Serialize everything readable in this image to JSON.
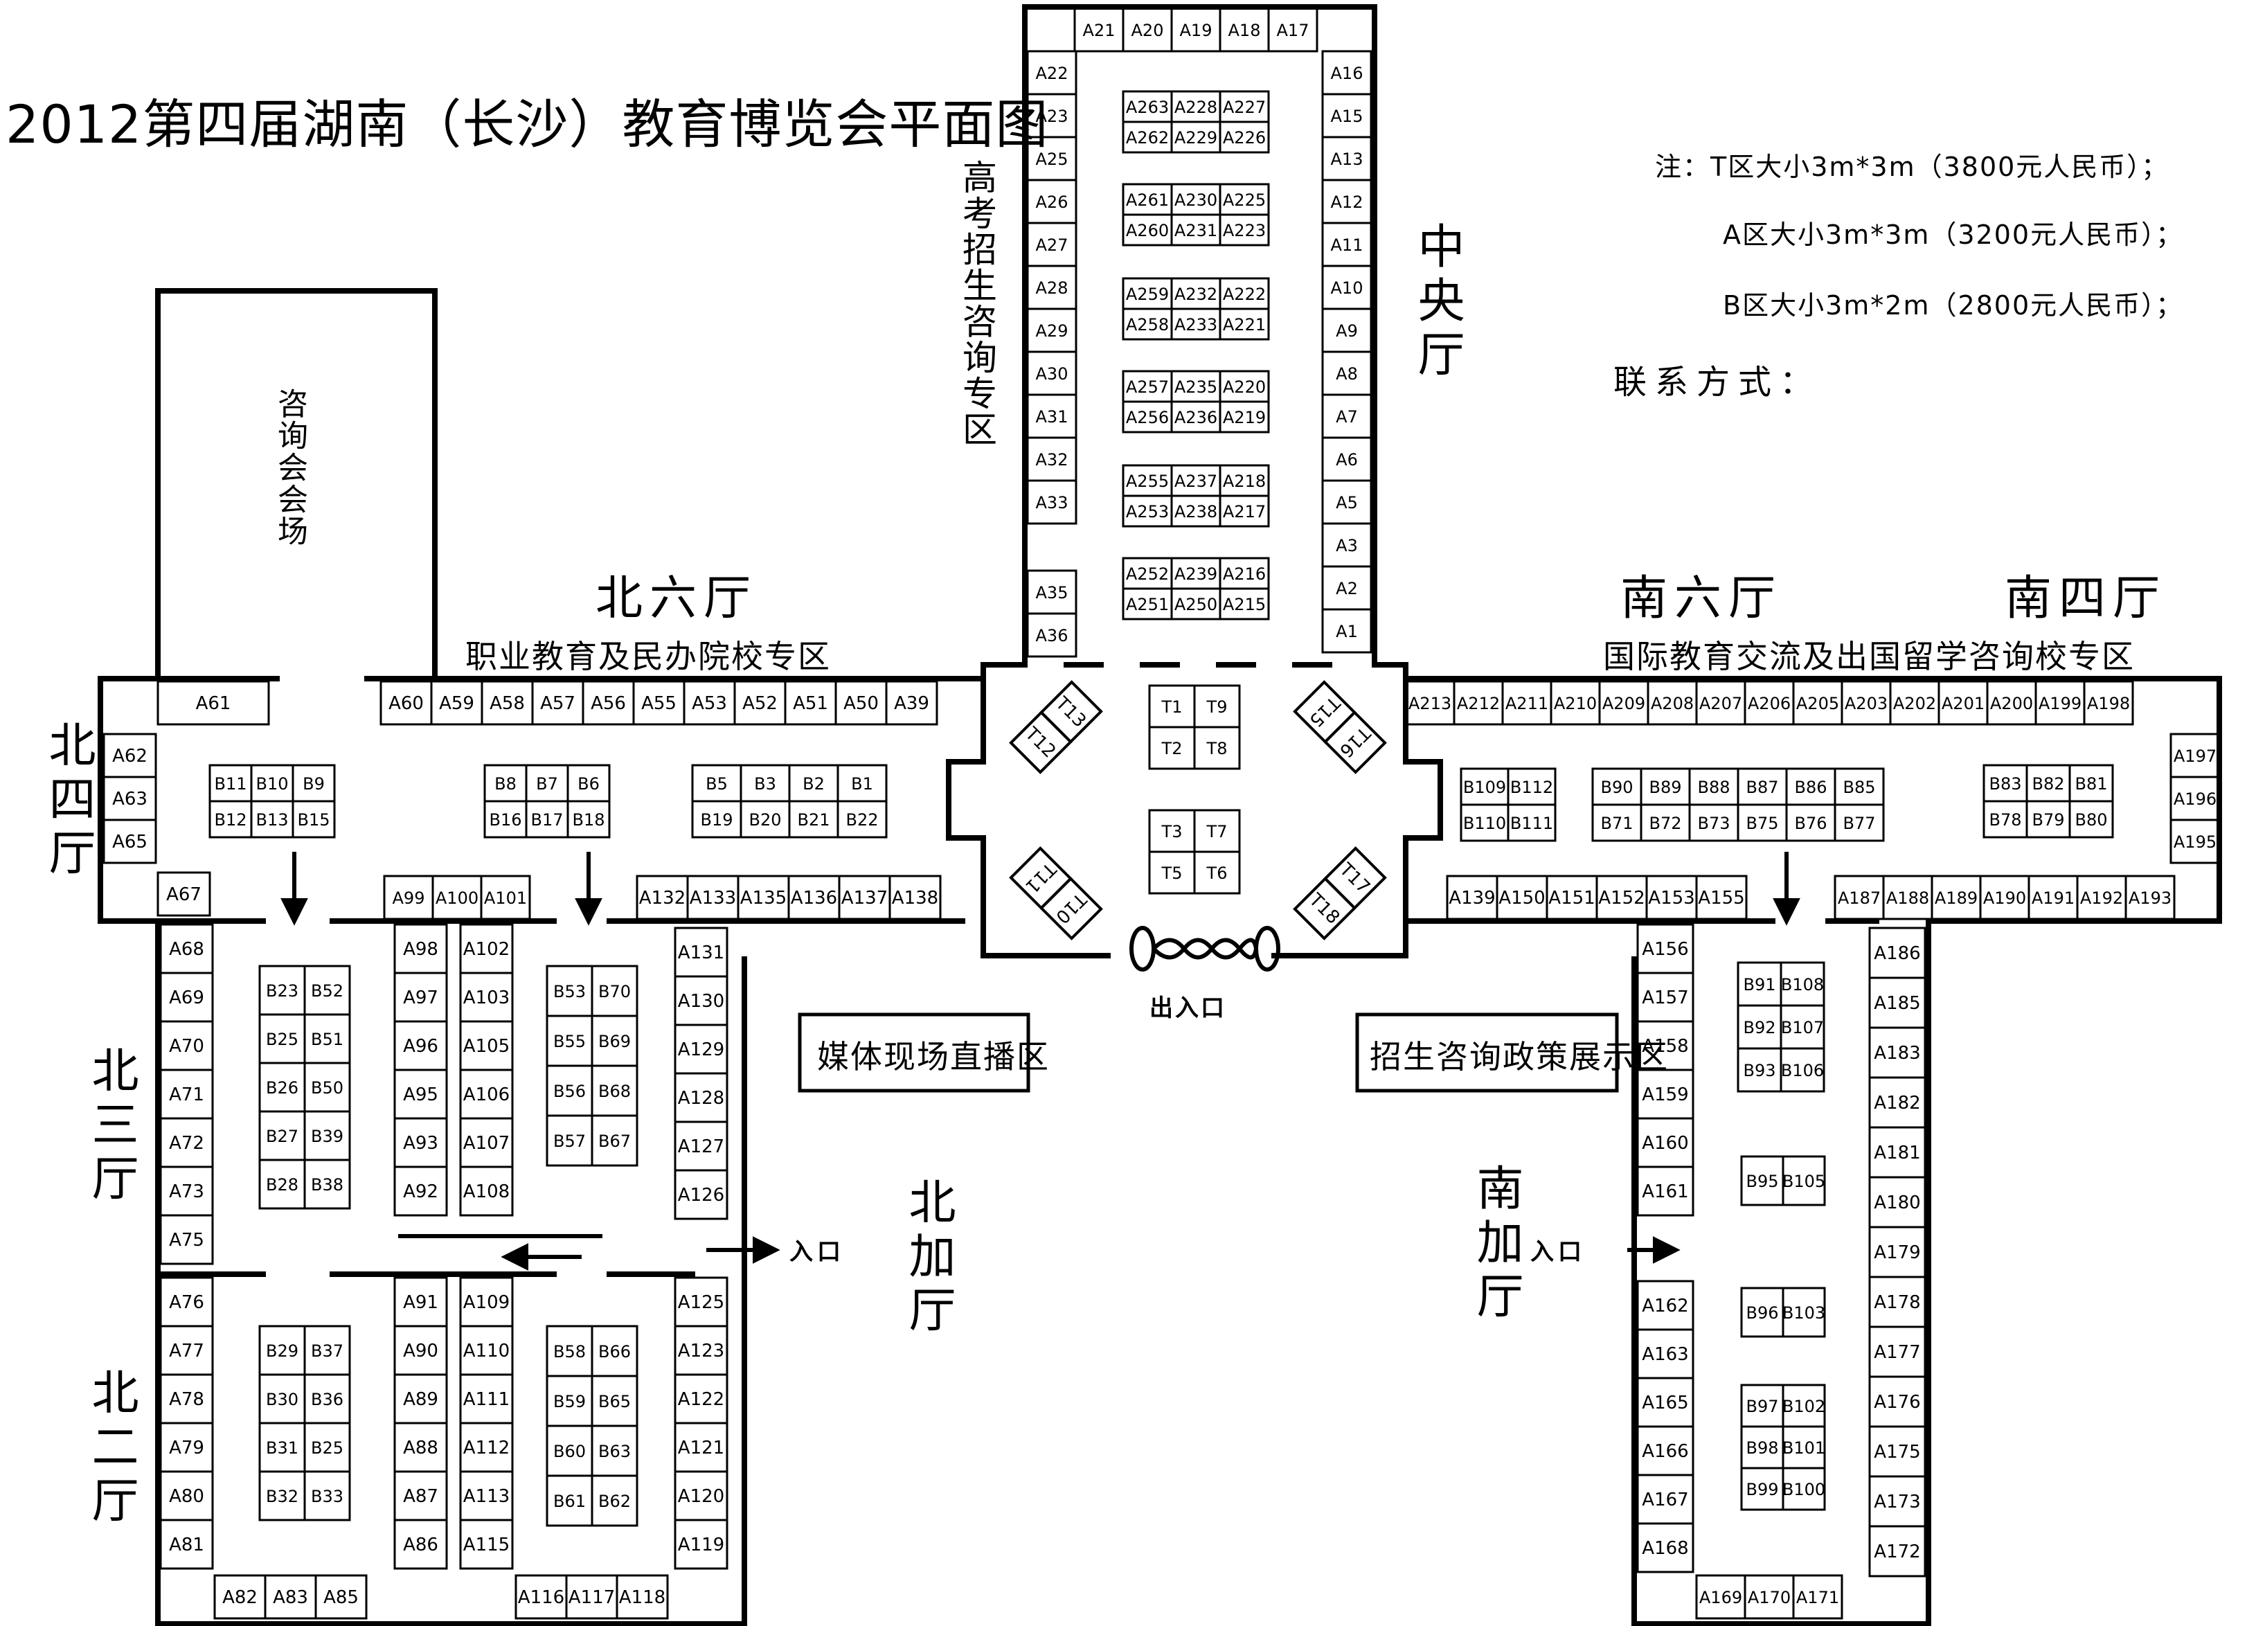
{
  "title": "2012第四届湖南（长沙）教育博览会平面图",
  "notes": {
    "t": "注：T区大小3m*3m（3800元人民币）；",
    "a": "A区大小3m*3m（3200元人民币）；",
    "b": "B区大小3m*2m（2800元人民币）；",
    "contact": "联系方式："
  },
  "halls": {
    "north6": "北六厅",
    "south6": "南六厅",
    "south4": "南四厅",
    "central": "中央厅",
    "north4": "北四厅",
    "north3": "北三厅",
    "north2": "北二厅",
    "north_add": "北加厅",
    "south_add": "南加厅"
  },
  "zones": {
    "consult_hall": "咨询会会场",
    "gaokao": "高考招生咨询专区",
    "vocational": "职业教育及民办院校专区",
    "international": "国际教育交流及出国留学咨询校专区",
    "media": "媒体现场直播区",
    "policy": "招生咨询政策展示区"
  },
  "entrances": {
    "main_exit": "出入口",
    "left_entrance": "入口",
    "right_entrance": "入口"
  },
  "booths": [
    "A1",
    "A2",
    "A3",
    "A5",
    "A6",
    "A7",
    "A8",
    "A9",
    "A10",
    "A11",
    "A12",
    "A13",
    "A15",
    "A16",
    "A17",
    "A18",
    "A19",
    "A20",
    "A21",
    "A22",
    "A23",
    "A25",
    "A26",
    "A27",
    "A28",
    "A29",
    "A30",
    "A31",
    "A32",
    "A33",
    "A35",
    "A36",
    "A39",
    "A50",
    "A51",
    "A52",
    "A53",
    "A55",
    "A56",
    "A57",
    "A58",
    "A59",
    "A60",
    "A61",
    "A62",
    "A63",
    "A65",
    "A67",
    "A68",
    "A69",
    "A70",
    "A71",
    "A72",
    "A73",
    "A75",
    "A76",
    "A77",
    "A78",
    "A79",
    "A80",
    "A81",
    "A82",
    "A83",
    "A85",
    "A86",
    "A87",
    "A88",
    "A89",
    "A90",
    "A91",
    "A92",
    "A93",
    "A95",
    "A96",
    "A97",
    "A98",
    "A99",
    "A100",
    "A101",
    "A102",
    "A103",
    "A105",
    "A106",
    "A107",
    "A108",
    "A109",
    "A110",
    "A111",
    "A112",
    "A113",
    "A115",
    "A116",
    "A117",
    "A118",
    "A119",
    "A120",
    "A121",
    "A122",
    "A123",
    "A125",
    "A126",
    "A127",
    "A128",
    "A129",
    "A130",
    "A131",
    "A132",
    "A133",
    "A135",
    "A136",
    "A137",
    "A138",
    "A139",
    "A150",
    "A151",
    "A152",
    "A153",
    "A155",
    "A156",
    "A157",
    "A158",
    "A159",
    "A160",
    "A161",
    "A162",
    "A163",
    "A165",
    "A166",
    "A167",
    "A168",
    "A169",
    "A170",
    "A171",
    "A172",
    "A173",
    "A175",
    "A176",
    "A177",
    "A178",
    "A179",
    "A180",
    "A181",
    "A182",
    "A183",
    "A185",
    "A186",
    "A187",
    "A188",
    "A189",
    "A190",
    "A191",
    "A192",
    "A193",
    "A195",
    "A196",
    "A197",
    "A198",
    "A199",
    "A200",
    "A201",
    "A202",
    "A203",
    "A205",
    "A206",
    "A207",
    "A208",
    "A209",
    "A210",
    "A211",
    "A212",
    "A213",
    "A215",
    "A216",
    "A217",
    "A218",
    "A219",
    "A220",
    "A221",
    "A222",
    "A223",
    "A225",
    "A226",
    "A227",
    "A228",
    "A229",
    "A230",
    "A231",
    "A232",
    "A233",
    "A235",
    "A236",
    "A237",
    "A238",
    "A239",
    "A250",
    "A251",
    "A252",
    "A253",
    "A255",
    "A256",
    "A257",
    "A258",
    "A259",
    "A260",
    "A261",
    "A262",
    "A263",
    "B1",
    "B2",
    "B3",
    "B5",
    "B6",
    "B7",
    "B8",
    "B9",
    "B10",
    "B11",
    "B12",
    "B13",
    "B15",
    "B16",
    "B17",
    "B18",
    "B19",
    "B20",
    "B21",
    "B22",
    "B23",
    "B25",
    "B26",
    "B27",
    "B28",
    "B29",
    "B30",
    "B31",
    "B32",
    "B33",
    "B36",
    "B37",
    "B38",
    "B39",
    "B50",
    "B51",
    "B52",
    "B53",
    "B55",
    "B56",
    "B57",
    "B58",
    "B59",
    "B60",
    "B61",
    "B62",
    "B63",
    "B65",
    "B66",
    "B67",
    "B68",
    "B69",
    "B70",
    "B71",
    "B72",
    "B73",
    "B75",
    "B76",
    "B77",
    "B78",
    "B79",
    "B80",
    "B81",
    "B82",
    "B83",
    "B85",
    "B86",
    "B87",
    "B88",
    "B89",
    "B90",
    "B91",
    "B92",
    "B93",
    "B95",
    "B96",
    "B97",
    "B98",
    "B99",
    "B100",
    "B101",
    "B102",
    "B103",
    "B105",
    "B106",
    "B107",
    "B108",
    "B109",
    "B110",
    "B111",
    "B112",
    "T1",
    "T2",
    "T3",
    "T5",
    "T6",
    "T7",
    "T8",
    "T9",
    "T10",
    "T11",
    "T12",
    "T13",
    "T15",
    "T16",
    "T17",
    "T18"
  ]
}
